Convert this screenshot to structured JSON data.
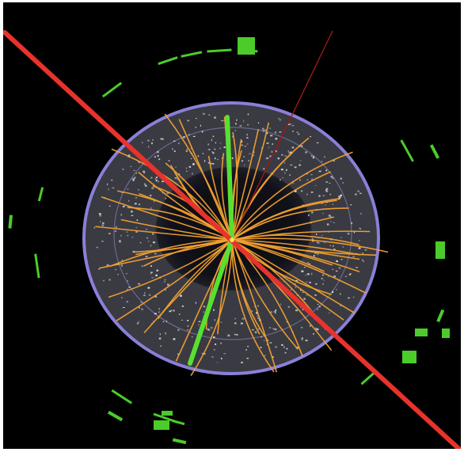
{
  "image": {
    "kind": "particle-collision-event-display",
    "background_color": "#000000",
    "frame_color": "#ffffff",
    "colors": {
      "red_track": "#e8322c",
      "green_track": "#58e030",
      "orange_tracks": "#f0a030",
      "detector_ring": "#8a80d8",
      "calorimeter_hits": "#4ccc2a",
      "tracker_hits": "#d8d8d8",
      "inner_core": "#0a0a10"
    },
    "orange_track_count": 64,
    "hit_count": 520
  }
}
